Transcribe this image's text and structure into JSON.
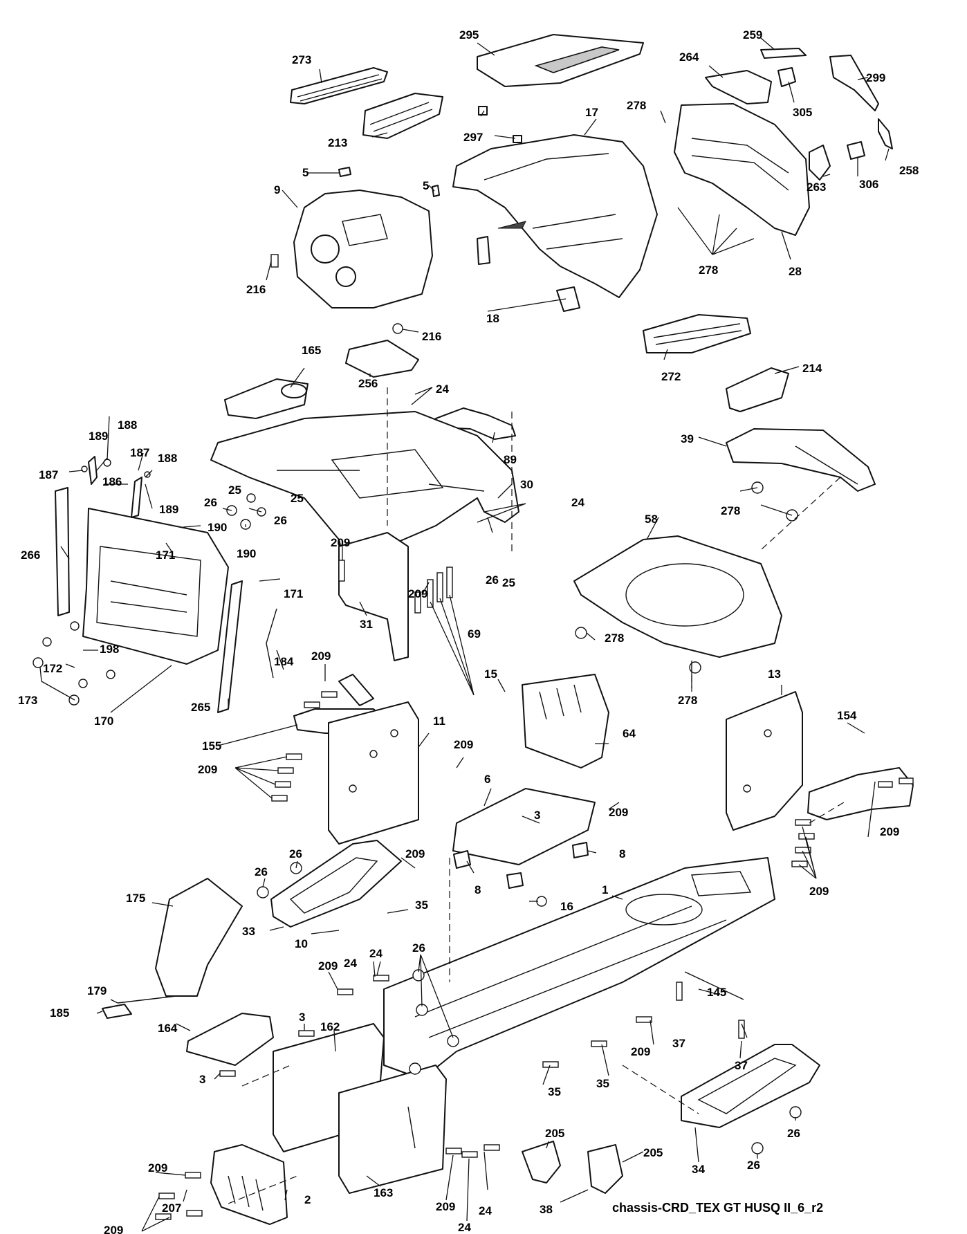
{
  "caption": "chassis-CRD_TEX GT HUSQ II_6_r2",
  "callouts": [
    {
      "id": "c273",
      "text": "273"
    },
    {
      "id": "c213",
      "text": "213"
    },
    {
      "id": "c295",
      "text": "295"
    },
    {
      "id": "c297",
      "text": "297"
    },
    {
      "id": "c17",
      "text": "17"
    },
    {
      "id": "c259",
      "text": "259"
    },
    {
      "id": "c264",
      "text": "264"
    },
    {
      "id": "c299",
      "text": "299"
    },
    {
      "id": "c305",
      "text": "305"
    },
    {
      "id": "c278a",
      "text": "278"
    },
    {
      "id": "c258",
      "text": "258"
    },
    {
      "id": "c306",
      "text": "306"
    },
    {
      "id": "c263",
      "text": "263"
    },
    {
      "id": "c278b",
      "text": "278"
    },
    {
      "id": "c28",
      "text": "28"
    },
    {
      "id": "c5a",
      "text": "5"
    },
    {
      "id": "c5b",
      "text": "5"
    },
    {
      "id": "c9",
      "text": "9"
    },
    {
      "id": "c216a",
      "text": "216"
    },
    {
      "id": "c216b",
      "text": "216"
    },
    {
      "id": "c18",
      "text": "18"
    },
    {
      "id": "c272",
      "text": "272"
    },
    {
      "id": "c214",
      "text": "214"
    },
    {
      "id": "c165",
      "text": "165"
    },
    {
      "id": "c256",
      "text": "256"
    },
    {
      "id": "c24a",
      "text": "24"
    },
    {
      "id": "c89",
      "text": "89"
    },
    {
      "id": "c39",
      "text": "39"
    },
    {
      "id": "c278c",
      "text": "278"
    },
    {
      "id": "c189a",
      "text": "189"
    },
    {
      "id": "c188a",
      "text": "188"
    },
    {
      "id": "c187a",
      "text": "187"
    },
    {
      "id": "c187b",
      "text": "187"
    },
    {
      "id": "c188b",
      "text": "188"
    },
    {
      "id": "c186",
      "text": "186"
    },
    {
      "id": "c189b",
      "text": "189"
    },
    {
      "id": "c26a",
      "text": "26"
    },
    {
      "id": "c25a",
      "text": "25"
    },
    {
      "id": "c25b",
      "text": "25"
    },
    {
      "id": "c26b",
      "text": "26"
    },
    {
      "id": "c30",
      "text": "30"
    },
    {
      "id": "c24b",
      "text": "24"
    },
    {
      "id": "c58",
      "text": "58"
    },
    {
      "id": "c190a",
      "text": "190"
    },
    {
      "id": "c190b",
      "text": "190"
    },
    {
      "id": "c266",
      "text": "266"
    },
    {
      "id": "c171a",
      "text": "171"
    },
    {
      "id": "c209a",
      "text": "209"
    },
    {
      "id": "c26c",
      "text": "26"
    },
    {
      "id": "c25c",
      "text": "25"
    },
    {
      "id": "c171b",
      "text": "171"
    },
    {
      "id": "c209b",
      "text": "209"
    },
    {
      "id": "c31",
      "text": "31"
    },
    {
      "id": "c69",
      "text": "69"
    },
    {
      "id": "c278d",
      "text": "278"
    },
    {
      "id": "c198",
      "text": "198"
    },
    {
      "id": "c172",
      "text": "172"
    },
    {
      "id": "c173",
      "text": "173"
    },
    {
      "id": "c170",
      "text": "170"
    },
    {
      "id": "c184",
      "text": "184"
    },
    {
      "id": "c209c",
      "text": "209"
    },
    {
      "id": "c265",
      "text": "265"
    },
    {
      "id": "c15",
      "text": "15"
    },
    {
      "id": "c278e",
      "text": "278"
    },
    {
      "id": "c13",
      "text": "13"
    },
    {
      "id": "c154",
      "text": "154"
    },
    {
      "id": "c155",
      "text": "155"
    },
    {
      "id": "c11",
      "text": "11"
    },
    {
      "id": "c64",
      "text": "64"
    },
    {
      "id": "c209d",
      "text": "209"
    },
    {
      "id": "c209e",
      "text": "209"
    },
    {
      "id": "c6",
      "text": "6"
    },
    {
      "id": "c3a",
      "text": "3"
    },
    {
      "id": "c209f",
      "text": "209"
    },
    {
      "id": "c209g",
      "text": "209"
    },
    {
      "id": "c26d",
      "text": "26"
    },
    {
      "id": "c26e",
      "text": "26"
    },
    {
      "id": "c209h",
      "text": "209"
    },
    {
      "id": "c8a",
      "text": "8"
    },
    {
      "id": "c8b",
      "text": "8"
    },
    {
      "id": "c209i",
      "text": "209"
    },
    {
      "id": "c175",
      "text": "175"
    },
    {
      "id": "c35a",
      "text": "35"
    },
    {
      "id": "c16",
      "text": "16"
    },
    {
      "id": "c1",
      "text": "1"
    },
    {
      "id": "c33",
      "text": "33"
    },
    {
      "id": "c10",
      "text": "10"
    },
    {
      "id": "c209j",
      "text": "209"
    },
    {
      "id": "c24c",
      "text": "24"
    },
    {
      "id": "c24d",
      "text": "24"
    },
    {
      "id": "c26f",
      "text": "26"
    },
    {
      "id": "c179",
      "text": "179"
    },
    {
      "id": "c145",
      "text": "145"
    },
    {
      "id": "c185",
      "text": "185"
    },
    {
      "id": "c37a",
      "text": "37"
    },
    {
      "id": "c164",
      "text": "164"
    },
    {
      "id": "c3b",
      "text": "3"
    },
    {
      "id": "c162",
      "text": "162"
    },
    {
      "id": "c209k",
      "text": "209"
    },
    {
      "id": "c37b",
      "text": "37"
    },
    {
      "id": "c3c",
      "text": "3"
    },
    {
      "id": "c35b",
      "text": "35"
    },
    {
      "id": "c35c",
      "text": "35"
    },
    {
      "id": "c26g",
      "text": "26"
    },
    {
      "id": "c205a",
      "text": "205"
    },
    {
      "id": "c209l",
      "text": "209"
    },
    {
      "id": "c205b",
      "text": "205"
    },
    {
      "id": "c163",
      "text": "163"
    },
    {
      "id": "c209m",
      "text": "209"
    },
    {
      "id": "c24e",
      "text": "24"
    },
    {
      "id": "c24f",
      "text": "24"
    },
    {
      "id": "c26h",
      "text": "26"
    },
    {
      "id": "c207",
      "text": "207"
    },
    {
      "id": "c2",
      "text": "2"
    },
    {
      "id": "c209n",
      "text": "209"
    },
    {
      "id": "c38",
      "text": "38"
    },
    {
      "id": "c34",
      "text": "34"
    }
  ]
}
